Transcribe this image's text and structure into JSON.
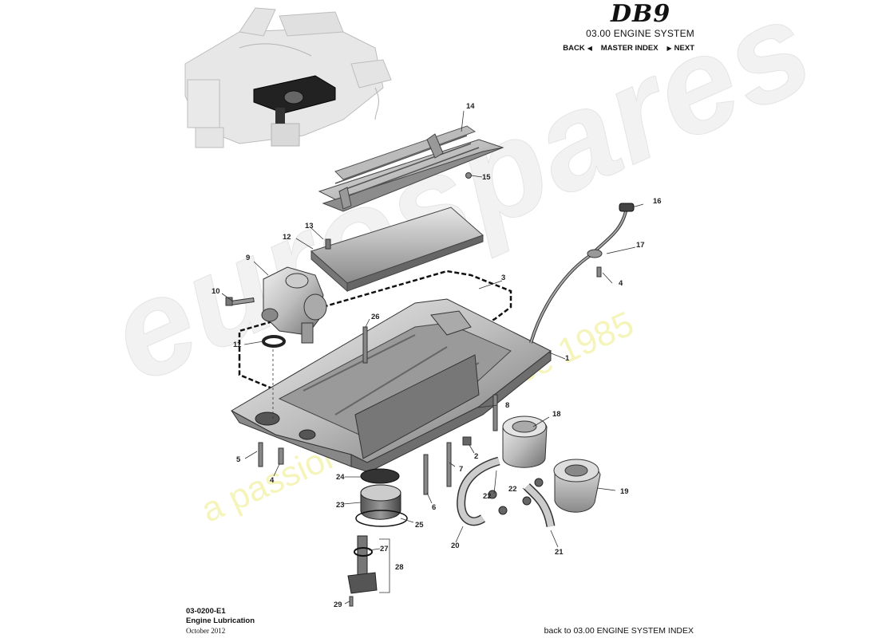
{
  "header": {
    "logo": "DB9",
    "system_title": "03.00 ENGINE SYSTEM",
    "nav_back": "BACK",
    "nav_master": "MASTER INDEX",
    "nav_next": "NEXT"
  },
  "footer": {
    "code": "03-0200-E1",
    "name": "Engine Lubrication",
    "date": "October 2012",
    "back_link": "back to 03.00 ENGINE SYSTEM INDEX"
  },
  "watermark": {
    "brand": "eurospares",
    "tagline": "a passion for parts since 1985"
  },
  "callouts": [
    {
      "id": "c1",
      "label": "1"
    },
    {
      "id": "c2",
      "label": "2"
    },
    {
      "id": "c3",
      "label": "3"
    },
    {
      "id": "c4a",
      "label": "4"
    },
    {
      "id": "c4b",
      "label": "4"
    },
    {
      "id": "c5",
      "label": "5"
    },
    {
      "id": "c6",
      "label": "6"
    },
    {
      "id": "c7",
      "label": "7"
    },
    {
      "id": "c8",
      "label": "8"
    },
    {
      "id": "c9",
      "label": "9"
    },
    {
      "id": "c10",
      "label": "10"
    },
    {
      "id": "c11",
      "label": "11"
    },
    {
      "id": "c12",
      "label": "12"
    },
    {
      "id": "c13",
      "label": "13"
    },
    {
      "id": "c14",
      "label": "14"
    },
    {
      "id": "c15",
      "label": "15"
    },
    {
      "id": "c16",
      "label": "16"
    },
    {
      "id": "c17",
      "label": "17"
    },
    {
      "id": "c18",
      "label": "18"
    },
    {
      "id": "c19",
      "label": "19"
    },
    {
      "id": "c20",
      "label": "20"
    },
    {
      "id": "c21",
      "label": "21"
    },
    {
      "id": "c22a",
      "label": "22"
    },
    {
      "id": "c22b",
      "label": "22"
    },
    {
      "id": "c23",
      "label": "23"
    },
    {
      "id": "c24",
      "label": "24"
    },
    {
      "id": "c25",
      "label": "25"
    },
    {
      "id": "c26",
      "label": "26"
    },
    {
      "id": "c27",
      "label": "27"
    },
    {
      "id": "c28",
      "label": "28"
    },
    {
      "id": "c29",
      "label": "29"
    }
  ]
}
